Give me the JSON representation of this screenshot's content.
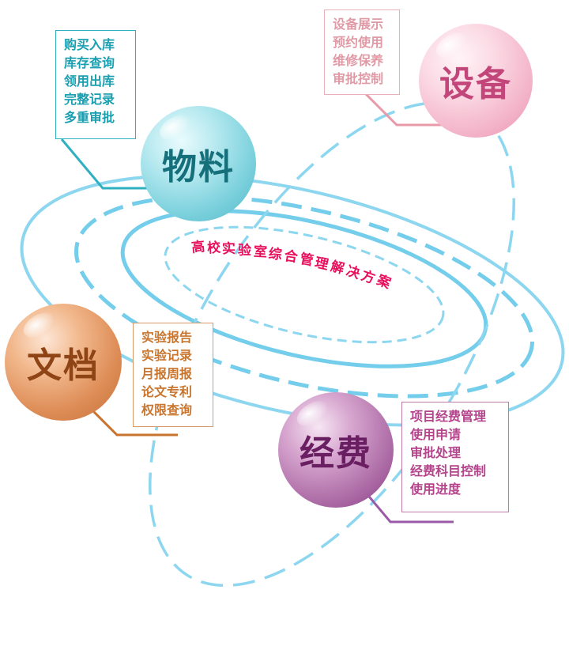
{
  "title": "高校实验室综合管理解决方案",
  "modules": {
    "materials": {
      "name": "物料",
      "items": [
        "购买入库",
        "库存查询",
        "领用出库",
        "完整记录",
        "多重审批"
      ],
      "color": "#2fb0c0",
      "text_color": "#1a7f8d"
    },
    "equipment": {
      "name": "设备",
      "items": [
        "设备展示",
        "预约使用",
        "维修保养",
        "审批控制"
      ],
      "color": "#e89aa8",
      "text_color": "#e0a0aa"
    },
    "documents": {
      "name": "文档",
      "items": [
        "实验报告",
        "实验记录",
        "月报周报",
        "论文专利",
        "权限查询"
      ],
      "color": "#cc7a3a",
      "text_color": "#c87a36"
    },
    "funding": {
      "name": "经费",
      "items": [
        "项目经费管理",
        "使用申请",
        "审批处理",
        "经费科目控制",
        "使用进度"
      ],
      "color": "#9a4a8e",
      "text_color": "#b9478f"
    }
  },
  "colors": {
    "orbit": "#8dd6ef",
    "orbit_dash": "#73cdeb",
    "title": "#e8105c"
  }
}
